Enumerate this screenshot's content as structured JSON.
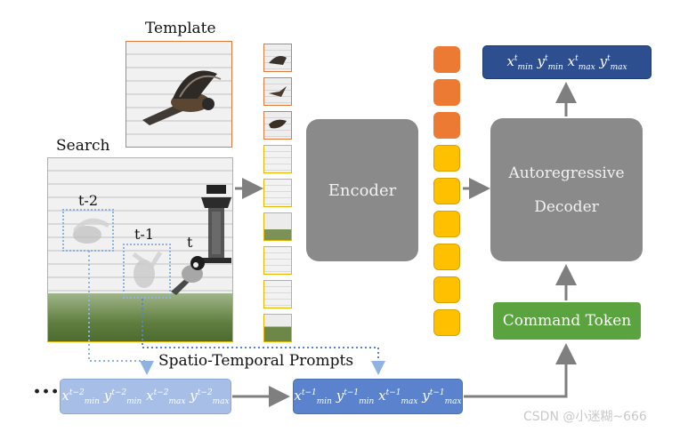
{
  "labels": {
    "template": "Template",
    "search": "Search",
    "t2": "t-2",
    "t1": "t-1",
    "t": "t",
    "encoder": "Encoder",
    "decoder_line1": "Autoregressive",
    "decoder_line2": "Decoder",
    "command_token": "Command Token",
    "prompts": "Spatio-Temporal Prompts",
    "ellipsis": "···",
    "watermark": "CSDN @小迷糊~666"
  },
  "output_coords": {
    "superscript": "t",
    "subscripts": [
      "min",
      "min",
      "max",
      "max"
    ]
  },
  "prompt_t2": {
    "superscript": "t−2",
    "subscripts": [
      "min",
      "min",
      "max",
      "max"
    ]
  },
  "prompt_t1": {
    "superscript": "t−1",
    "subscripts": [
      "min",
      "min",
      "max",
      "max"
    ]
  },
  "tokens": {
    "orange_count": 3,
    "yellow_count": 6
  },
  "colors": {
    "orange": "#ec7a32",
    "yellow": "#ffc000",
    "dark_blue": "#2e4f8f",
    "mid_blue": "#5b82cc",
    "light_blue": "#a7bee6",
    "green": "#5aa33f",
    "gray": "#8a8a8a",
    "arrow": "#7f7f7f"
  }
}
